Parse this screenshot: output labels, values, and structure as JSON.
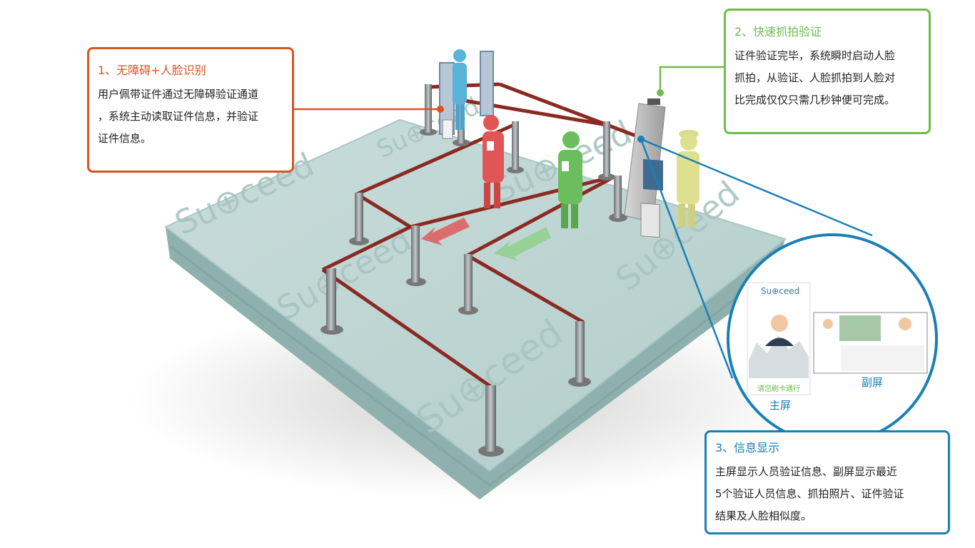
{
  "callouts": [
    {
      "title": "1、无障碍+人脸识别",
      "lines": [
        "用户佩带证件通过无障碍验证通道",
        "，系统主动读取证件信息，并验证",
        "证件信息。"
      ],
      "color": "#d9541e"
    },
    {
      "title": "2、快速抓拍验证",
      "lines": [
        "证件验证完毕，系统瞬时启动人脸",
        "抓拍，从验证、人脸抓拍到人脸对",
        "比完成仅仅只需几秒钟便可完成。"
      ],
      "color": "#6cbd4a"
    },
    {
      "title": "3、信息显示",
      "lines": [
        "主屏显示人员验证信息、副屏显示最近",
        "5个验证人员信息、抓拍照片、证件验证",
        "结果及人脸相似度。"
      ],
      "color": "#1a7fb5"
    }
  ],
  "zoom": {
    "brand_logo": "Su⊕ceed",
    "main_screen_prompt": "请您刷卡通行",
    "main_screen_label": "主屏",
    "sub_screen_label": "副屏"
  },
  "floor_watermark": "Su⊕ceed",
  "icons": [
    "arrow-red",
    "arrow-green",
    "person-icon",
    "camera-icon"
  ]
}
